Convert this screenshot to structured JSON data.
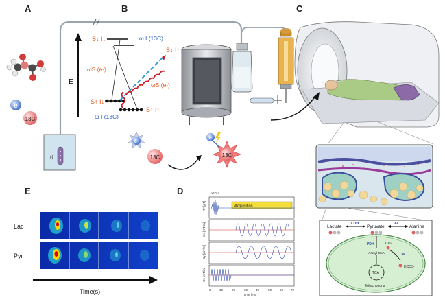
{
  "panels": {
    "a": "A",
    "b": "B",
    "c": "C",
    "d": "D",
    "e": "E"
  },
  "panel_a": {
    "electron": "e",
    "carbon13": "13C"
  },
  "panel_b": {
    "energy_axis": "E",
    "top_left_state": "S↓ I↓",
    "top_right_state": "S↓ I↑",
    "bottom_left_state": "S↑ I↓",
    "bottom_right_state": "S↑ I↑",
    "omega_i_top": "ω I (13C)",
    "omega_i_bottom": "ω I (13C)",
    "omega_s_left": "ωS (e-)",
    "omega_s_right": "ωS (e-)",
    "electron_label": "e-",
    "carbon_label": "13C"
  },
  "panel_c": {
    "metabolism": {
      "lactate": "Lactate",
      "pyruvate": "Pyruvate",
      "alanine": "Alanine",
      "ldh": "LDH",
      "alt": "ALT",
      "pdh": "PDH",
      "co2": "CO2",
      "ca": "CA",
      "hco3": "HCO3-",
      "acetyl_coa": "Acetyl-CoA",
      "tca": "TCA",
      "mitochondria": "Mitochondria"
    }
  },
  "panel_d": {
    "acquisition": "Acquisition",
    "ylabels": [
      "RF [μT]",
      "Gx [mT/m]",
      "Gy [mT/m]",
      "Gz [mT/m]"
    ],
    "xlabel": "time [ms]",
    "xticks": [
      "0",
      "10",
      "20",
      "30",
      "40",
      "50",
      "60",
      "70"
    ],
    "exponent": "×10⁻⁶"
  },
  "panel_e": {
    "row1": "Lac",
    "row2": "Pyr",
    "time_label": "Time(s)"
  }
}
